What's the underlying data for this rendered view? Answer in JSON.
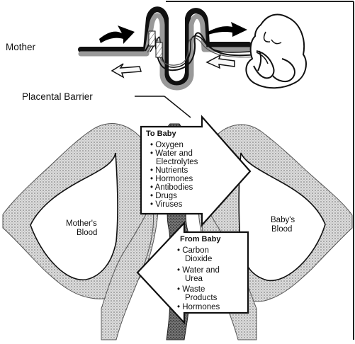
{
  "labels": {
    "mother": "Mother",
    "placental_barrier": "Placental Barrier",
    "mothers_blood_line1": "Mother's",
    "mothers_blood_line2": "Blood",
    "babys_blood_line1": "Baby's",
    "babys_blood_line2": "Blood"
  },
  "to_baby": {
    "title": "To Baby",
    "items": [
      "• Oxygen",
      "• Water and",
      "Electrolytes",
      "• Nutrients",
      "• Hormones",
      "• Antibodies",
      "• Drugs",
      "• Viruses"
    ]
  },
  "from_baby": {
    "title": "From Baby",
    "items": [
      "• Carbon",
      "Dioxide",
      "• Water and",
      "Urea",
      "• Waste",
      "Products",
      "• Hormones"
    ]
  },
  "colors": {
    "ink": "#111111",
    "stipple": "#b8b8b8",
    "dark_stipple": "#4d4d4d",
    "paper": "#ffffff"
  }
}
